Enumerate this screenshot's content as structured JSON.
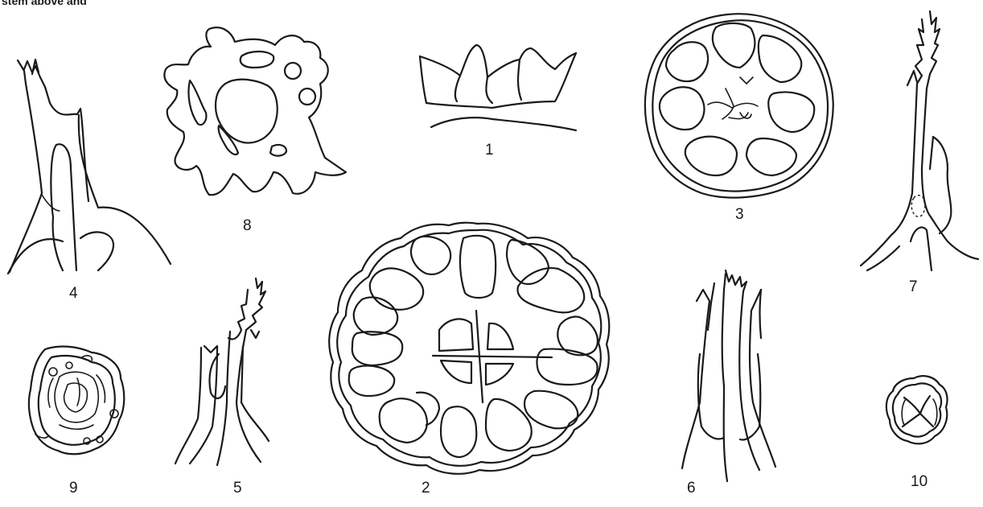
{
  "header_fragment": "stem  above  and",
  "figures": [
    {
      "id": "fig-1",
      "label": "1"
    },
    {
      "id": "fig-2",
      "label": "2"
    },
    {
      "id": "fig-3",
      "label": "3"
    },
    {
      "id": "fig-4",
      "label": "4"
    },
    {
      "id": "fig-5",
      "label": "5"
    },
    {
      "id": "fig-6",
      "label": "6"
    },
    {
      "id": "fig-7",
      "label": "7"
    },
    {
      "id": "fig-8",
      "label": "8"
    },
    {
      "id": "fig-9",
      "label": "9"
    },
    {
      "id": "fig-10",
      "label": "10"
    }
  ]
}
